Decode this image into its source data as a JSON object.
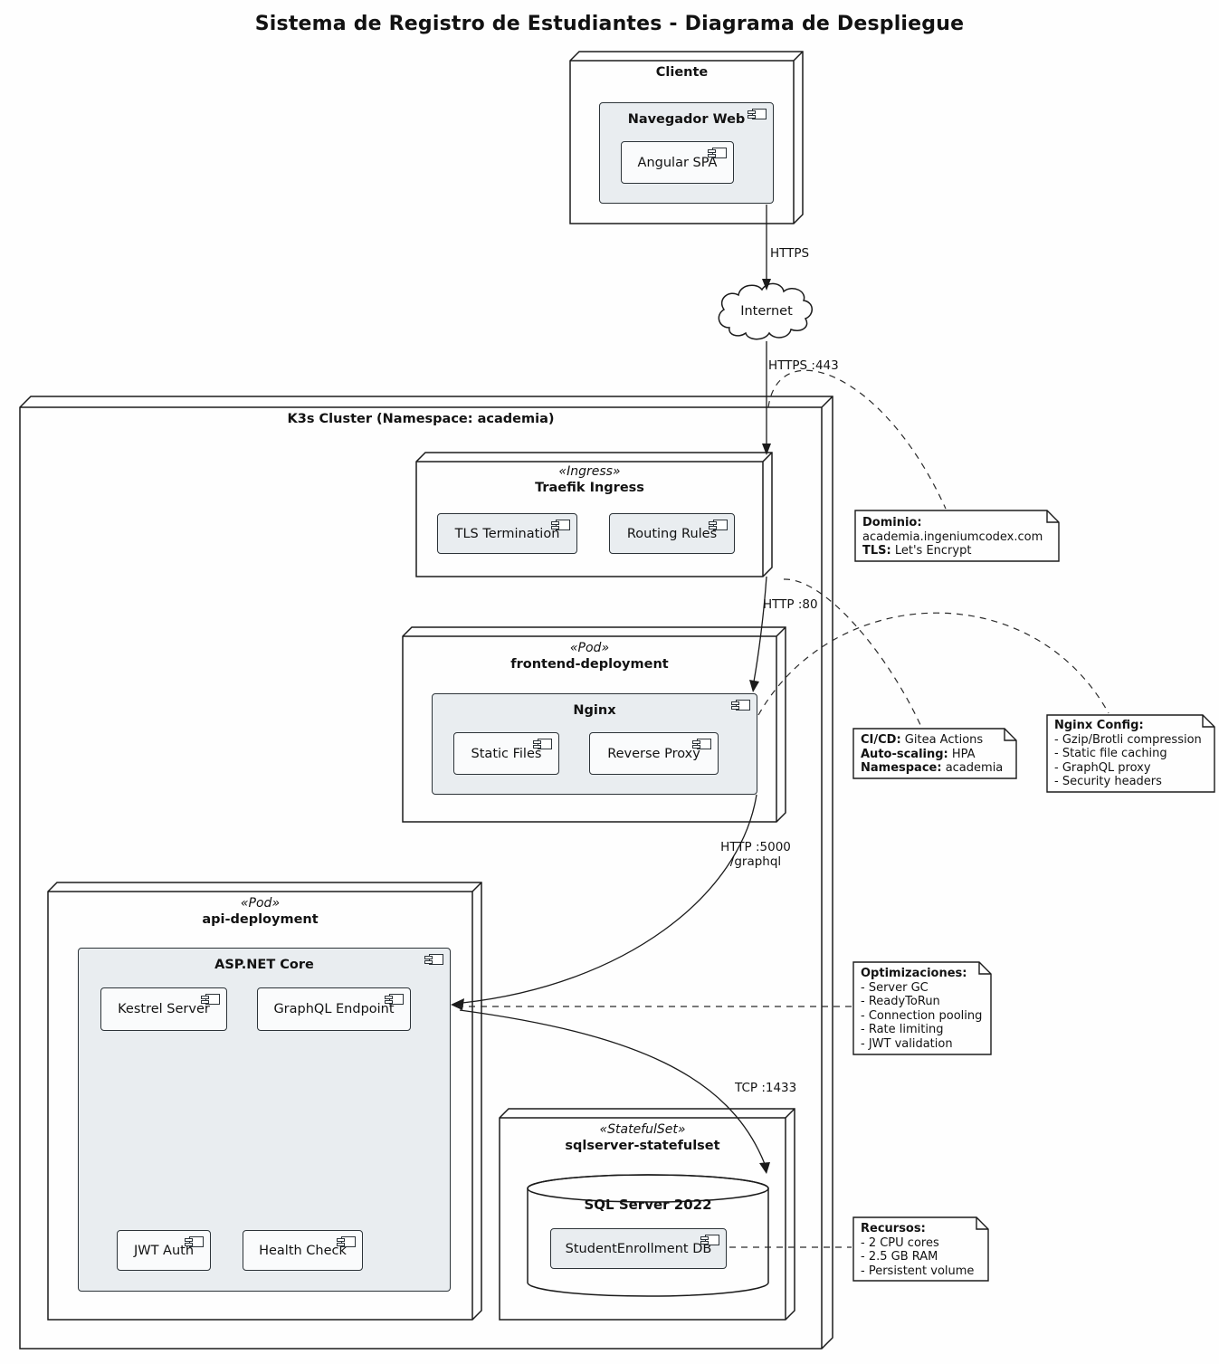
{
  "title": "Sistema de Registro de Estudiantes - Diagrama de Despliegue",
  "cliente": {
    "label": "Cliente",
    "navegador": {
      "label": "Navegador Web"
    },
    "angular": {
      "label": "Angular SPA"
    }
  },
  "internet": {
    "label": "Internet"
  },
  "cluster": {
    "label": "K3s Cluster (Namespace: academia)"
  },
  "traefik": {
    "stereotype": "«Ingress»",
    "label": "Traefik Ingress",
    "tls": {
      "label": "TLS Termination"
    },
    "routing": {
      "label": "Routing Rules"
    }
  },
  "frontend": {
    "stereotype": "«Pod»",
    "label": "frontend-deployment",
    "nginx": {
      "label": "Nginx"
    },
    "static_files": {
      "label": "Static Files"
    },
    "reverse_proxy": {
      "label": "Reverse Proxy"
    }
  },
  "api": {
    "stereotype": "«Pod»",
    "label": "api-deployment",
    "aspnet": {
      "label": "ASP.NET Core"
    },
    "kestrel": {
      "label": "Kestrel Server"
    },
    "graphql": {
      "label": "GraphQL Endpoint"
    },
    "jwt": {
      "label": "JWT Auth"
    },
    "health": {
      "label": "Health Check"
    }
  },
  "statefulset": {
    "stereotype": "«StatefulSet»",
    "label": "sqlserver-statefulset",
    "sqlserver": {
      "label": "SQL Server 2022"
    },
    "db": {
      "label": "StudentEnrollment DB"
    }
  },
  "edges": {
    "https": "HTTPS",
    "https443": "HTTPS :443",
    "http80": "HTTP :80",
    "http5000": "HTTP :5000",
    "graphql_path": "/graphql",
    "tcp1433": "TCP :1433"
  },
  "notes": {
    "dominio": {
      "l1b": "Dominio:",
      "l2": "academia.ingeniumcodex.com",
      "l3b": "TLS:",
      "l3": " Let's Encrypt"
    },
    "cicd": {
      "l1b": "CI/CD:",
      "l1": " Gitea Actions",
      "l2b": "Auto-scaling:",
      "l2": " HPA",
      "l3b": "Namespace:",
      "l3": " academia"
    },
    "nginx_config": {
      "title": "Nginx Config:",
      "i1": "- Gzip/Brotli compression",
      "i2": "- Static file caching",
      "i3": "- GraphQL proxy",
      "i4": "- Security headers"
    },
    "optimizaciones": {
      "title": "Optimizaciones:",
      "i1": "- Server GC",
      "i2": "- ReadyToRun",
      "i3": "- Connection pooling",
      "i4": "- Rate limiting",
      "i5": "- JWT validation"
    },
    "recursos": {
      "title": "Recursos:",
      "i1": "- 2 CPU cores",
      "i2": "- 2.5 GB RAM",
      "i3": "- Persistent volume"
    }
  },
  "colors": {
    "component_fill": "#E9EDF0",
    "nested_fill": "#FAFBFC",
    "node_fill": "#FEFEFE",
    "line": "#1b1b1b"
  }
}
